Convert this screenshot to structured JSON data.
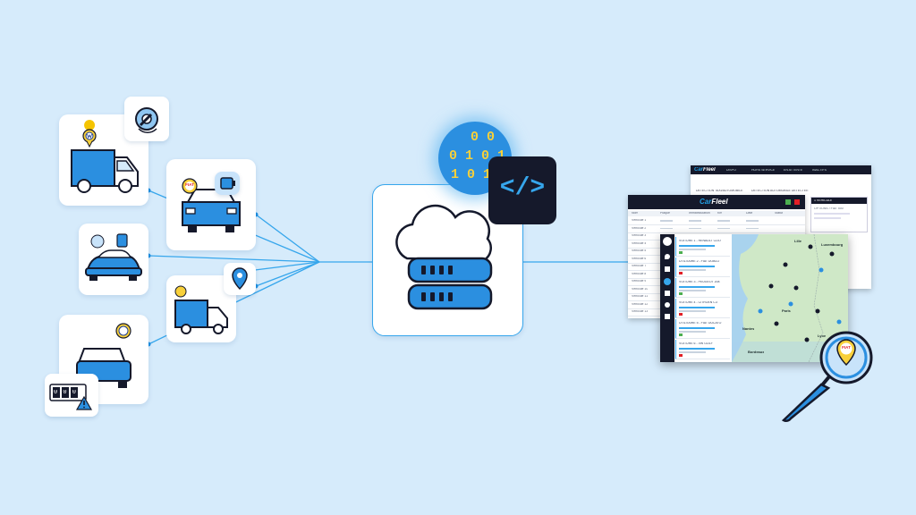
{
  "colors": {
    "background": "#d6ebfb",
    "accent": "#1e8fe0",
    "dark": "#15192b",
    "line": "#36a6ec",
    "brand_red": "#e21f26"
  },
  "icons": {
    "van": "van-icon",
    "car": "car-icon",
    "truck": "truck-icon",
    "cloud_server": "cloud-server-icon",
    "code": "code-icon",
    "binary": "binary-icon",
    "magnifier": "magnifier-icon"
  },
  "brands": {
    "fiat_1": "FIAT",
    "fiat_2": "FIAT"
  },
  "binary": {
    "row1": "0 0",
    "row2": "0 1 0 1",
    "row3": "1 0 1"
  },
  "code_icon_text": "</>",
  "odometer": "0 0 0",
  "carfleel": {
    "back": {
      "title_a": "Car",
      "title_b": "Fleel",
      "tab1": "DISPO",
      "tab2": "HORS SERVICE",
      "tab3": "EN ATTENTE",
      "tab4": "INACTIFS",
      "head1": "DÉTECTION TAXI/AUTOMOBILE",
      "head2": "DÉTECTION AUTOMOBILE DÉTECTÉE",
      "popup_title": "1 VÉHICULE",
      "popup_line": "OPTIONS / FIAT 500"
    },
    "middle": {
      "title_a": "Car",
      "title_b": "Fleel",
      "columns": [
        "Nom",
        "Plaque",
        "Immatriculation",
        "Km",
        "Date",
        "Statut"
      ],
      "rows": [
        "Véhicule 1",
        "Véhicule 2",
        "Véhicule 3",
        "Véhicule 4",
        "Véhicule 5",
        "Véhicule 6",
        "Véhicule 7",
        "Véhicule 8",
        "Véhicule 9",
        "Véhicule 10",
        "Véhicule 11",
        "Véhicule 12",
        "Véhicule 13"
      ]
    },
    "front": {
      "vehicles": [
        "VOITURE 1 - RENAULT CLIO",
        "UTILITAIRE 2 - FIAT DOBLO",
        "VOITURE 3 - PEUGEOT 208",
        "VOITURE 4 - CITROËN C3",
        "UTILITAIRE 5 - FIAT DUCATO",
        "VOITURE 6 - VW GOLF"
      ],
      "cities": [
        "Paris",
        "Lyon",
        "Nantes",
        "Bordeaux",
        "Lille",
        "Luxembourg"
      ]
    }
  }
}
